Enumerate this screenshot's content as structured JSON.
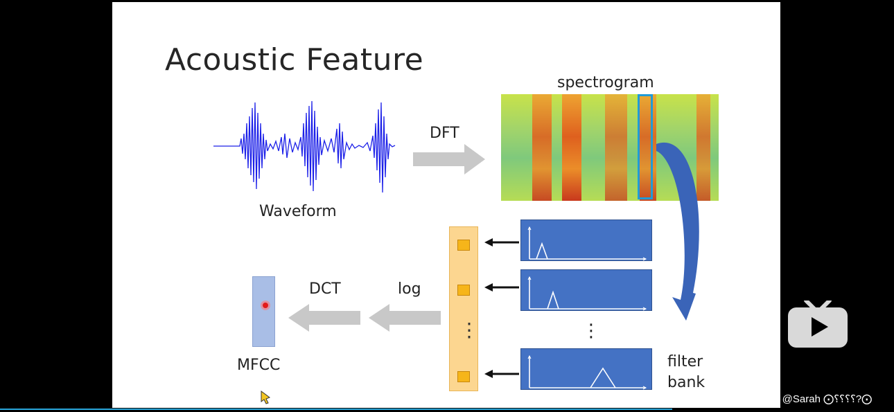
{
  "slide": {
    "title": "Acoustic Feature",
    "labels": {
      "spectrogram": "spectrogram",
      "dft": "DFT",
      "waveform": "Waveform",
      "dct": "DCT",
      "log": "log",
      "mfcc": "MFCC",
      "filter_bank": "filter\nbank",
      "vdots": "⋮",
      "vector_dots": "⋮"
    }
  },
  "colors": {
    "waveform": "#1b1fe8",
    "filter_fill": "#4472c4",
    "vector_fill": "#fcd690",
    "vector_cell": "#f6b51a",
    "selection": "#1f9bd8",
    "gray_arrow": "#c8c8c8",
    "progress": "#29a7dc"
  },
  "player": {
    "watermark": "CSDN @Sarah ⨀⸮⸮⸮⸮?⨀",
    "logo_icon": "bilibili-play-icon"
  }
}
